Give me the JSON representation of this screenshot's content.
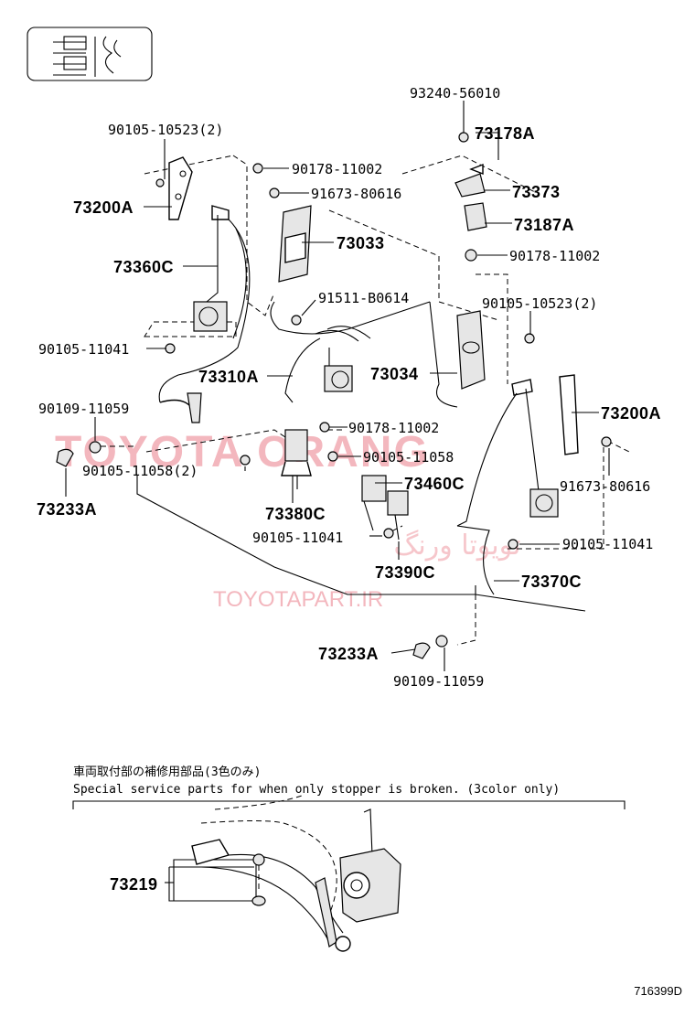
{
  "watermarks": {
    "brand_latin": "TOYOTA ORANG",
    "brand_persian": "تویوتا ورنگ",
    "site": "TOYOTAPART.IR"
  },
  "labels": {
    "p93240": "93240-56010",
    "p73178A": "73178A",
    "p73373": "73373",
    "p73187A": "73187A",
    "p90178_r": "90178-11002",
    "p90105_10523_l": "90105-10523(2)",
    "p90178_tl": "90178-11002",
    "p91673_tl": "91673-80616",
    "p73200A_l": "73200A",
    "p73033": "73033",
    "p73360C": "73360C",
    "p91511": "91511-B0614",
    "p90105_10523_r": "90105-10523(2)",
    "p90105_11041_l": "90105-11041",
    "p73310A": "73310A",
    "p73034": "73034",
    "p90109_l": "90109-11059",
    "p73200A_r": "73200A",
    "p90178_mid": "90178-11002",
    "p90105_11058": "90105-11058",
    "p90105_11058_2": "90105-11058(2)",
    "p91673_r": "91673-80616",
    "p73460C": "73460C",
    "p73233A_l": "73233A",
    "p73380C": "73380C",
    "p90105_11041_m": "90105-11041",
    "p90105_11041_r": "90105-11041",
    "p73390C": "73390C",
    "p73370C": "73370C",
    "p73233A_b": "73233A",
    "p90109_b": "90109-11059",
    "p73219": "73219"
  },
  "notes": {
    "jp": "車両取付部の補修用部品(3色のみ)",
    "en": "Special service parts for when only stopper is broken. (3color only)"
  },
  "diagram_code": "716399D"
}
